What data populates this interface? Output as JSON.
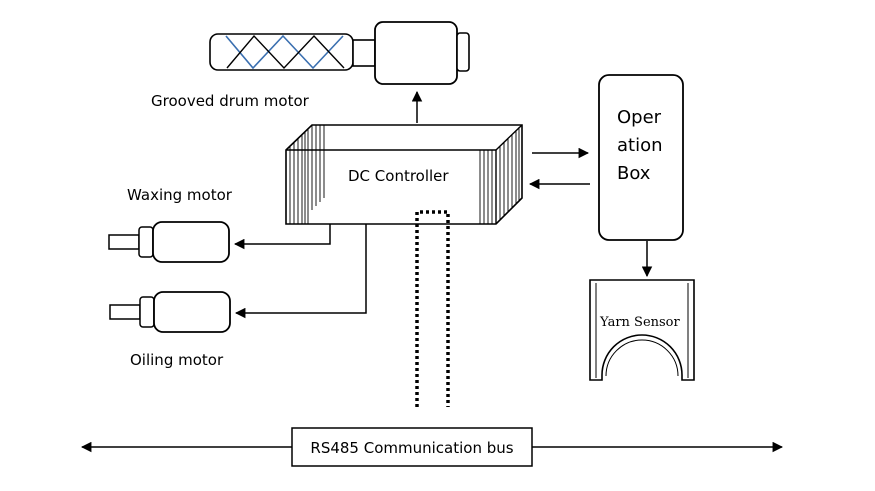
{
  "labels": {
    "grooved_drum_motor": "Grooved drum motor",
    "waxing_motor": "Waxing motor",
    "oiling_motor": "Oiling motor",
    "dc_controller": "DC Controller",
    "operation_box_lines": [
      "Oper",
      "ation",
      "Box"
    ],
    "yarn_sensor": "Yarn Sensor",
    "bus": "RS485 Communication bus"
  },
  "colors": {
    "stroke": "#000000",
    "drum_groove": "#3a6fb0",
    "background": "#ffffff"
  }
}
